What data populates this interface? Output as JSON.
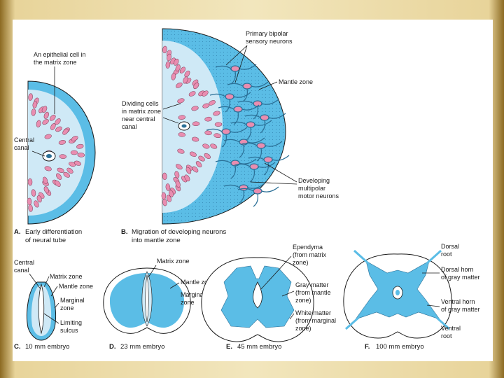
{
  "panels": {
    "A": {
      "letter": "A.",
      "caption_lines": [
        "Early differentiation",
        "of neural tube"
      ],
      "labels": {
        "epithelial": [
          "An epithelial cell in",
          "the matrix zone"
        ],
        "central_canal": [
          "Central",
          "canal"
        ]
      }
    },
    "B": {
      "letter": "B.",
      "caption_lines": [
        "Migration of developing neurons",
        "into mantle zone"
      ],
      "labels": {
        "bipolar": [
          "Primary bipolar",
          "sensory neurons"
        ],
        "mantle": "Mantle zone",
        "dividing": [
          "Dividing cells",
          "in matrix zone",
          "near central",
          "canal"
        ],
        "multipolar": [
          "Developing",
          "multipolar",
          "motor neurons"
        ]
      }
    },
    "C": {
      "letter": "C.",
      "caption": "10 mm embryo",
      "labels": {
        "central_canal": [
          "Central",
          "canal"
        ],
        "matrix": "Matrix zone",
        "mantle": "Mantle zone",
        "marginal": [
          "Marginal",
          "zone"
        ],
        "sulcus": [
          "Limiting",
          "sulcus"
        ]
      }
    },
    "D": {
      "letter": "D.",
      "caption": "23 mm embryo",
      "labels": {
        "matrix": "Matrix zone",
        "mantle": "Mantle zone",
        "marginal": [
          "Marginal",
          "zone"
        ]
      }
    },
    "E": {
      "letter": "E.",
      "caption": "45 mm embryo",
      "labels": {
        "ependyma": [
          "Ependyma",
          "(from matrix",
          "zone)"
        ],
        "gray": [
          "Gray matter",
          "(from mantle",
          "zone)"
        ],
        "white": [
          "White matter",
          "(from marginal",
          "zone)"
        ]
      }
    },
    "F": {
      "letter": "F.",
      "caption": "100 mm embryo",
      "labels": {
        "dorsal_root": [
          "Dorsal",
          "root"
        ],
        "dorsal_horn": [
          "Dorsal horn",
          "of gray matter"
        ],
        "ventral_horn": [
          "Ventral horn",
          "of gray matter"
        ],
        "ventral_root": [
          "Ventral",
          "root"
        ]
      }
    }
  },
  "colors": {
    "tissue_blue": "#5bbde6",
    "light_blue": "#cfe9f6",
    "cell_pink": "#e98db0",
    "neuron_dark": "#2a6f96",
    "frame_gold": "#d9bf7a"
  }
}
